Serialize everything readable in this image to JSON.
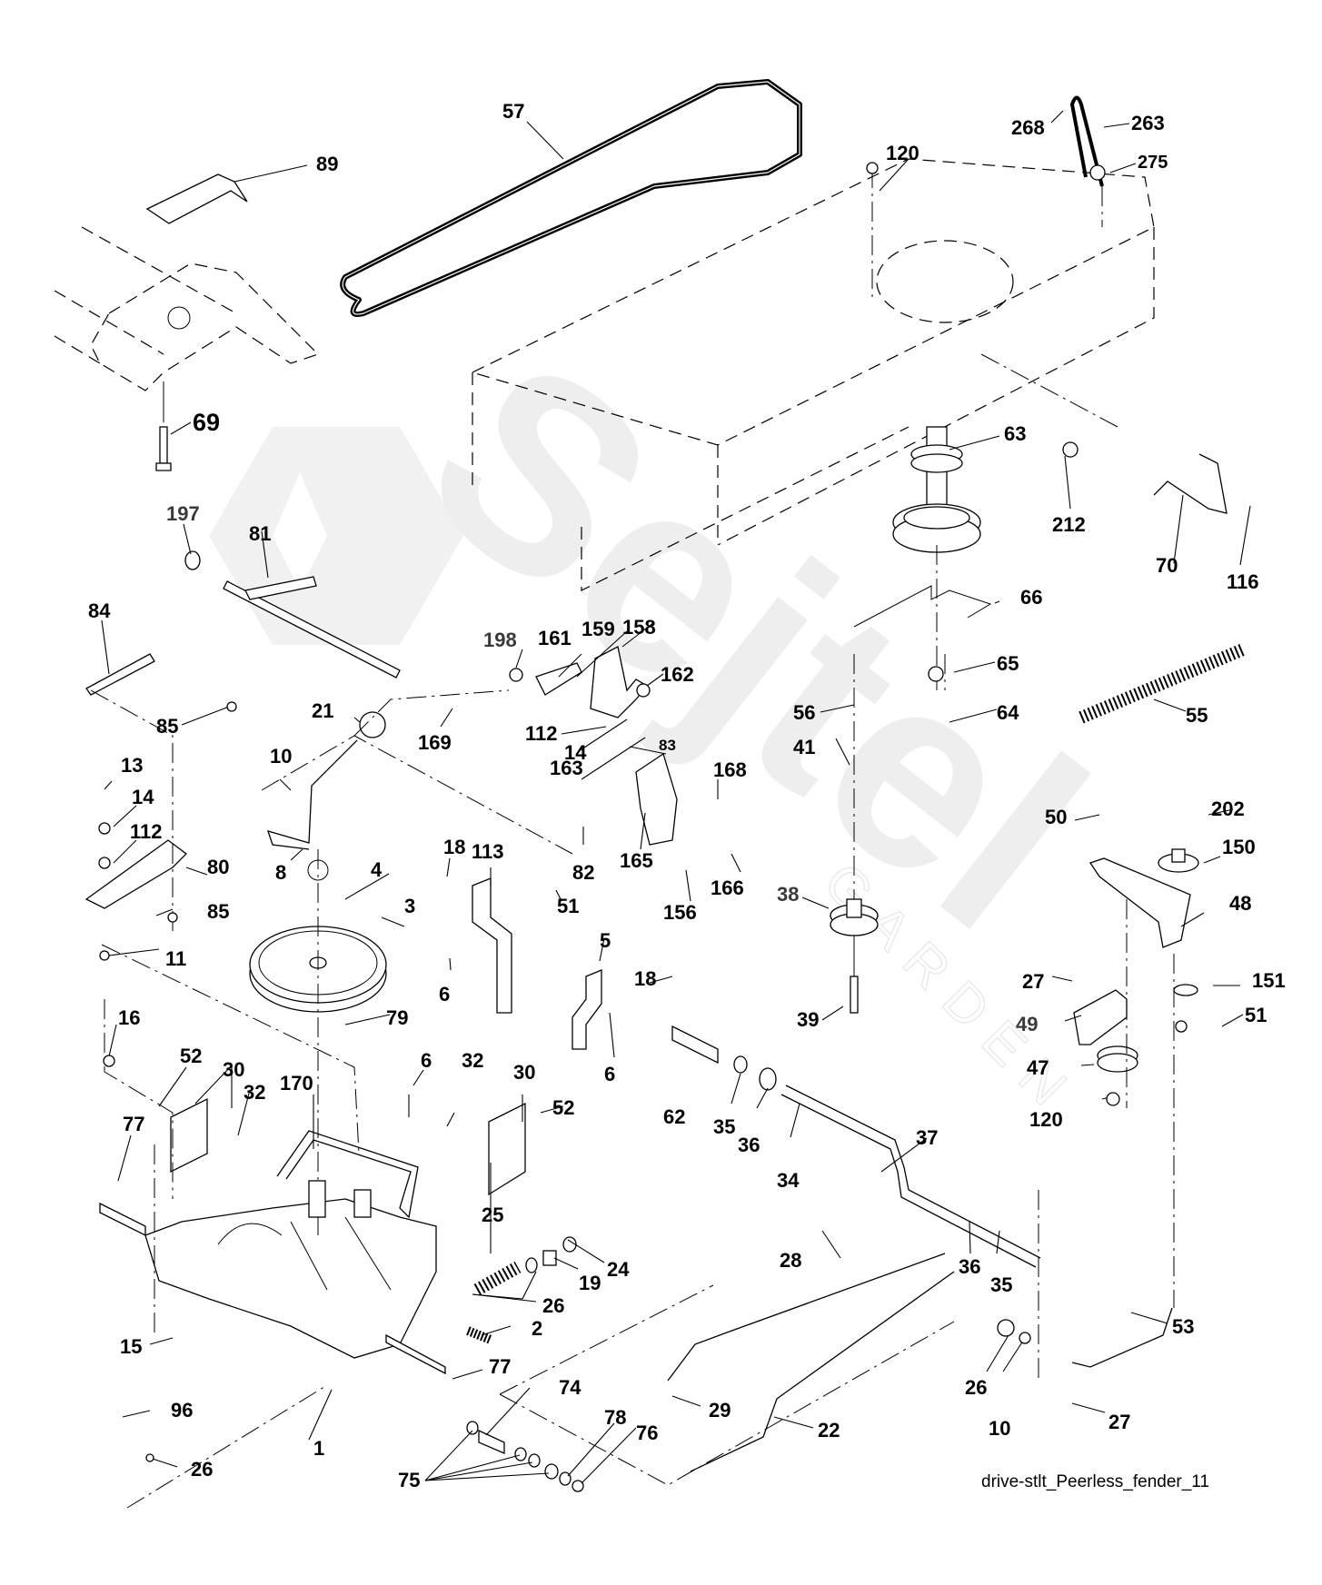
{
  "diagram": {
    "title": "drive-stlt_Peerless_fender_11",
    "watermark": {
      "brand": "Sejtel",
      "sub": "GARDEN"
    },
    "callouts": [
      {
        "id": "57",
        "label": "57"
      },
      {
        "id": "89",
        "label": "89"
      },
      {
        "id": "120a",
        "label": "120"
      },
      {
        "id": "268",
        "label": "268"
      },
      {
        "id": "263",
        "label": "263"
      },
      {
        "id": "275",
        "label": "275"
      },
      {
        "id": "69",
        "label": "69"
      },
      {
        "id": "63",
        "label": "63"
      },
      {
        "id": "212",
        "label": "212"
      },
      {
        "id": "70",
        "label": "70"
      },
      {
        "id": "116",
        "label": "116"
      },
      {
        "id": "197",
        "label": "197"
      },
      {
        "id": "81",
        "label": "81"
      },
      {
        "id": "66",
        "label": "66"
      },
      {
        "id": "84",
        "label": "84"
      },
      {
        "id": "198",
        "label": "198"
      },
      {
        "id": "161",
        "label": "161"
      },
      {
        "id": "159",
        "label": "159"
      },
      {
        "id": "158",
        "label": "158"
      },
      {
        "id": "162",
        "label": "162"
      },
      {
        "id": "56",
        "label": "56"
      },
      {
        "id": "65",
        "label": "65"
      },
      {
        "id": "64",
        "label": "64"
      },
      {
        "id": "55",
        "label": "55"
      },
      {
        "id": "85a",
        "label": "85"
      },
      {
        "id": "21",
        "label": "21"
      },
      {
        "id": "169",
        "label": "169"
      },
      {
        "id": "112a",
        "label": "112"
      },
      {
        "id": "14a",
        "label": "14"
      },
      {
        "id": "83",
        "label": "83"
      },
      {
        "id": "10a",
        "label": "10"
      },
      {
        "id": "163",
        "label": "163"
      },
      {
        "id": "41",
        "label": "41"
      },
      {
        "id": "13",
        "label": "13"
      },
      {
        "id": "168",
        "label": "168"
      },
      {
        "id": "14b",
        "label": "14"
      },
      {
        "id": "112b",
        "label": "112"
      },
      {
        "id": "50",
        "label": "50"
      },
      {
        "id": "202",
        "label": "202"
      },
      {
        "id": "18a",
        "label": "18"
      },
      {
        "id": "113",
        "label": "113"
      },
      {
        "id": "80",
        "label": "80"
      },
      {
        "id": "8",
        "label": "8"
      },
      {
        "id": "82",
        "label": "82"
      },
      {
        "id": "165",
        "label": "165"
      },
      {
        "id": "166",
        "label": "166"
      },
      {
        "id": "150",
        "label": "150"
      },
      {
        "id": "4",
        "label": "4"
      },
      {
        "id": "85b",
        "label": "85"
      },
      {
        "id": "156",
        "label": "156"
      },
      {
        "id": "38",
        "label": "38"
      },
      {
        "id": "51a",
        "label": "51"
      },
      {
        "id": "3",
        "label": "3"
      },
      {
        "id": "48",
        "label": "48"
      },
      {
        "id": "11",
        "label": "11"
      },
      {
        "id": "5",
        "label": "5"
      },
      {
        "id": "6a",
        "label": "6"
      },
      {
        "id": "18b",
        "label": "18"
      },
      {
        "id": "27a",
        "label": "27"
      },
      {
        "id": "39",
        "label": "39"
      },
      {
        "id": "151",
        "label": "151"
      },
      {
        "id": "16",
        "label": "16"
      },
      {
        "id": "79",
        "label": "79"
      },
      {
        "id": "51b",
        "label": "51"
      },
      {
        "id": "49",
        "label": "49"
      },
      {
        "id": "52a",
        "label": "52"
      },
      {
        "id": "30a",
        "label": "30"
      },
      {
        "id": "6b",
        "label": "6"
      },
      {
        "id": "32a",
        "label": "32"
      },
      {
        "id": "6c",
        "label": "6"
      },
      {
        "id": "62",
        "label": "62"
      },
      {
        "id": "47",
        "label": "47"
      },
      {
        "id": "170",
        "label": "170"
      },
      {
        "id": "32b",
        "label": "32"
      },
      {
        "id": "30b",
        "label": "30"
      },
      {
        "id": "35a",
        "label": "35"
      },
      {
        "id": "36a",
        "label": "36"
      },
      {
        "id": "120b",
        "label": "120"
      },
      {
        "id": "52b",
        "label": "52"
      },
      {
        "id": "34",
        "label": "34"
      },
      {
        "id": "77a",
        "label": "77"
      },
      {
        "id": "37",
        "label": "37"
      },
      {
        "id": "25",
        "label": "25"
      },
      {
        "id": "28",
        "label": "28"
      },
      {
        "id": "24",
        "label": "24"
      },
      {
        "id": "19",
        "label": "19"
      },
      {
        "id": "36b",
        "label": "36"
      },
      {
        "id": "35b",
        "label": "35"
      },
      {
        "id": "26a",
        "label": "26"
      },
      {
        "id": "2",
        "label": "2"
      },
      {
        "id": "53",
        "label": "53"
      },
      {
        "id": "15",
        "label": "15"
      },
      {
        "id": "77b",
        "label": "77"
      },
      {
        "id": "74",
        "label": "74"
      },
      {
        "id": "26b",
        "label": "26"
      },
      {
        "id": "29",
        "label": "29"
      },
      {
        "id": "96",
        "label": "96"
      },
      {
        "id": "78",
        "label": "78"
      },
      {
        "id": "76",
        "label": "76"
      },
      {
        "id": "22",
        "label": "22"
      },
      {
        "id": "10b",
        "label": "10"
      },
      {
        "id": "27b",
        "label": "27"
      },
      {
        "id": "1",
        "label": "1"
      },
      {
        "id": "26c",
        "label": "26"
      },
      {
        "id": "75",
        "label": "75"
      }
    ]
  }
}
